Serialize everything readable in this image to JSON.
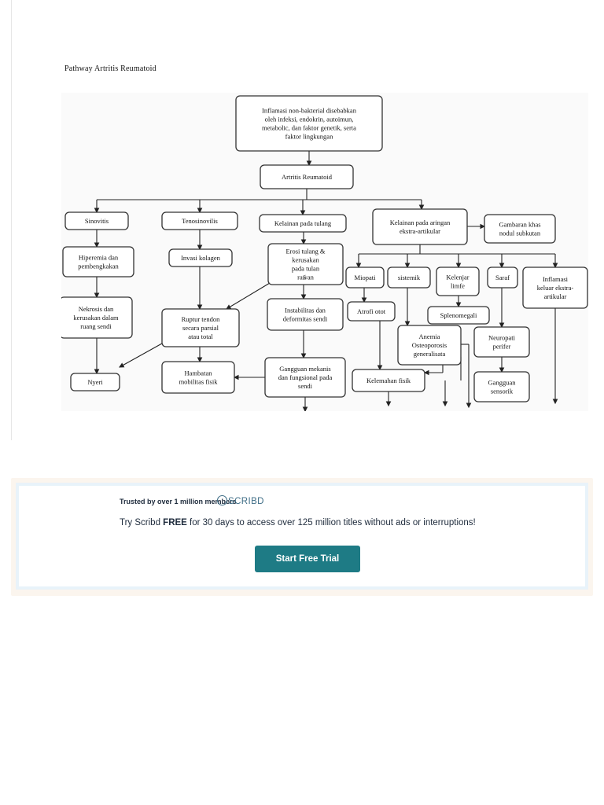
{
  "document": {
    "title": "Pathway Artritis Reumatoid"
  },
  "diagram": {
    "nodes": {
      "root": [
        "Inflamasi non-bakterial disebabkan",
        "oleh infeksi, endokrin, autoimun,",
        "metabolic, dan faktor genetik, serta",
        "faktor lingkungan"
      ],
      "ar": [
        "Artritis Reumatoid"
      ],
      "sinovitis": [
        "Sinovitis"
      ],
      "tenosinovilis": [
        "Tenosinovilis"
      ],
      "tulang": [
        "Kelainan pada tulang"
      ],
      "ekstra": [
        "Kelainan pada aringan",
        "ekstra-artikular"
      ],
      "nodul": [
        "Gambaran khas",
        "nodul subkutan"
      ],
      "hiperemia": [
        "Hiperemia dan",
        "pembengkakan"
      ],
      "invasi": [
        "Invasi kolagen"
      ],
      "erosi": [
        "Erosi tulang &",
        "kerusakan",
        "pada    tulan",
        "rawan"
      ],
      "miopati": [
        "Miopati"
      ],
      "sistemik": [
        "sistemik"
      ],
      "limfe": [
        "Kelenjar",
        "limfe"
      ],
      "saraf": [
        "Saraf"
      ],
      "inflamasi_ekstra": [
        "Inflamasi",
        "keluar ekstra-",
        "artikular"
      ],
      "nekrosis": [
        "Nekrosis dan",
        "kerusakan dalam",
        "ruang sendi"
      ],
      "ruptur": [
        "Ruptur tendon",
        "secara parsial",
        "atau total"
      ],
      "instabilitas": [
        "Instabilitas dan",
        "deformitas sendi"
      ],
      "atrofi": [
        "Atrofi otot"
      ],
      "splenomegali": [
        "Splenomegali"
      ],
      "anemia": [
        "Anemia",
        "Osteoporosis",
        "generalisata"
      ],
      "neuropati": [
        "Neuropati",
        "perifer"
      ],
      "nyeri": [
        "Nyeri"
      ],
      "hambatan": [
        "Hambatan",
        "mobilitas fisik"
      ],
      "gangguan_mekanis": [
        "Gangguan mekanis",
        "dan fungsional pada",
        "sendi"
      ],
      "kelemahan": [
        "Kelemahan fisik"
      ],
      "sensorik": [
        "Gangguan",
        "sensorik"
      ]
    },
    "stray_glyph": "g"
  },
  "promo": {
    "trusted_text": "Trusted by over 1 million members",
    "brand": "SCRIBD",
    "tagline_prefix": "Try Scribd ",
    "tagline_bold": "FREE",
    "tagline_suffix": " for 30 days to access over 125 million titles without ads or interruptions!",
    "cta_label": "Start Free Trial"
  },
  "colors": {
    "cta_bg": "#1e7b85",
    "brand": "#3e6d86",
    "promo_frame": "#e8f3fa"
  }
}
